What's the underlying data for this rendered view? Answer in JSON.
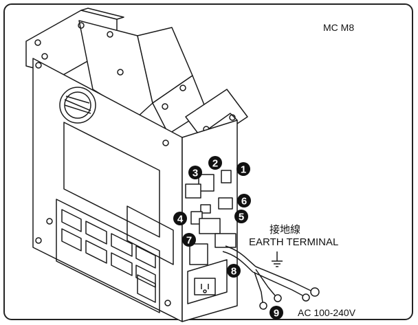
{
  "model": "MC M8",
  "ground": {
    "label_cn": "接地線",
    "label_en": "EARTH TERMINAL"
  },
  "power": {
    "label": "AC 100-240V"
  },
  "callouts": [
    {
      "num": "1",
      "target": "connector"
    },
    {
      "num": "2",
      "target": "connector"
    },
    {
      "num": "3",
      "target": "connector"
    },
    {
      "num": "4",
      "target": "connector"
    },
    {
      "num": "5",
      "target": "connector"
    },
    {
      "num": "6",
      "target": "connector"
    },
    {
      "num": "7",
      "target": "connector"
    },
    {
      "num": "8",
      "target": "power-switch"
    },
    {
      "num": "9",
      "target": "ac-input"
    }
  ],
  "colors": {
    "line": "#1a1a1a",
    "badge": "#111111",
    "badge_text": "#ffffff"
  }
}
